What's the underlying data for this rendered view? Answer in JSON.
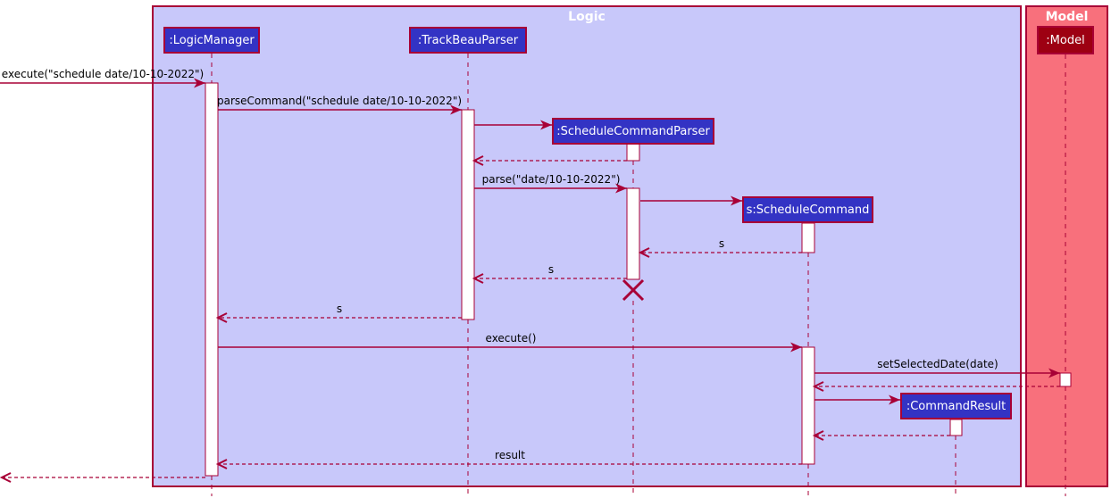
{
  "diagram": {
    "type": "uml-sequence-diagram",
    "frames": [
      {
        "label": "Logic",
        "bg": "#C8C8FA"
      },
      {
        "label": "Model",
        "bg": "#F8707C"
      }
    ],
    "participants": [
      {
        "label": ":LogicManager",
        "frame": "Logic",
        "color": "#3333C4"
      },
      {
        "label": ":TrackBeauParser",
        "frame": "Logic",
        "color": "#3333C4"
      },
      {
        "label": ":ScheduleCommandParser",
        "frame": "Logic",
        "color": "#3333C4",
        "created_during_sequence": true,
        "destroyed": true
      },
      {
        "label": "s:ScheduleCommand",
        "frame": "Logic",
        "color": "#3333C4",
        "created_during_sequence": true
      },
      {
        "label": ":CommandResult",
        "frame": "Logic",
        "color": "#3333C4",
        "created_during_sequence": true
      },
      {
        "label": ":Model",
        "frame": "Model",
        "color": "#9D0012"
      }
    ],
    "messages": [
      {
        "label": "execute(\"schedule date/10-10-2022\")",
        "from": "external",
        "to": ":LogicManager",
        "kind": "call"
      },
      {
        "label": "parseCommand(\"schedule date/10-10-2022\")",
        "from": ":LogicManager",
        "to": ":TrackBeauParser",
        "kind": "call"
      },
      {
        "label": "",
        "from": ":TrackBeauParser",
        "to": ":ScheduleCommandParser",
        "kind": "create"
      },
      {
        "label": "",
        "from": ":ScheduleCommandParser",
        "to": ":TrackBeauParser",
        "kind": "return"
      },
      {
        "label": "parse(\"date/10-10-2022\")",
        "from": ":TrackBeauParser",
        "to": ":ScheduleCommandParser",
        "kind": "call"
      },
      {
        "label": "",
        "from": ":ScheduleCommandParser",
        "to": "s:ScheduleCommand",
        "kind": "create"
      },
      {
        "label": "s",
        "from": "s:ScheduleCommand",
        "to": ":ScheduleCommandParser",
        "kind": "return"
      },
      {
        "label": "s",
        "from": ":ScheduleCommandParser",
        "to": ":TrackBeauParser",
        "kind": "return"
      },
      {
        "label": "s",
        "from": ":TrackBeauParser",
        "to": ":LogicManager",
        "kind": "return"
      },
      {
        "label": "execute()",
        "from": ":LogicManager",
        "to": "s:ScheduleCommand",
        "kind": "call"
      },
      {
        "label": "setSelectedDate(date)",
        "from": "s:ScheduleCommand",
        "to": ":Model",
        "kind": "call"
      },
      {
        "label": "",
        "from": ":Model",
        "to": "s:ScheduleCommand",
        "kind": "return"
      },
      {
        "label": "",
        "from": "s:ScheduleCommand",
        "to": ":CommandResult",
        "kind": "create"
      },
      {
        "label": "",
        "from": ":CommandResult",
        "to": "s:ScheduleCommand",
        "kind": "return"
      },
      {
        "label": "result",
        "from": "s:ScheduleCommand",
        "to": ":LogicManager",
        "kind": "return"
      },
      {
        "label": "",
        "from": ":LogicManager",
        "to": "external",
        "kind": "return"
      }
    ],
    "colors": {
      "line": "#A80036",
      "logic_frame_bg": "#C8C8FA",
      "model_frame_bg": "#F8707C",
      "logic_participant_bg": "#3333C4",
      "model_participant_bg": "#9D0012",
      "participant_text": "#FFFFFF",
      "frame_title_text": "#FFFFFF",
      "message_text": "#000000",
      "activation_bg": "#FFFFFF"
    }
  }
}
